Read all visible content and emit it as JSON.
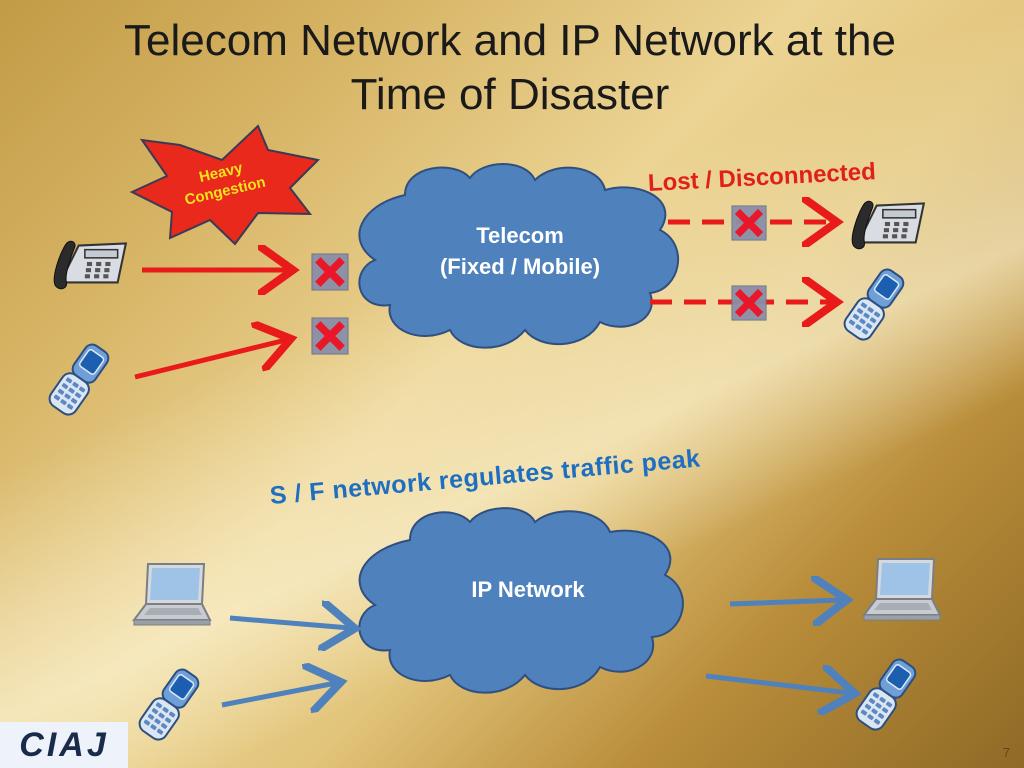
{
  "slide": {
    "title_line1": "Telecom Network and IP Network at the",
    "title_line2": "Time of Disaster",
    "number": "7"
  },
  "burst": {
    "line1": "Heavy",
    "line2": "Congestion"
  },
  "telecom_cloud": {
    "line1": "Telecom",
    "line2": "(Fixed / Mobile)"
  },
  "lost_label": "Lost / Disconnected",
  "regulate_label": "S / F network regulates traffic peak",
  "ip_cloud": {
    "label": "IP Network"
  },
  "logo": {
    "text": "CIAJ"
  },
  "colors": {
    "cloud_fill": "#4f81bd",
    "cloud_stroke": "#2f4f7f",
    "red": "#e81a1a",
    "blue_arrow": "#4f81bd",
    "burst_fill": "#e8291c",
    "burst_text": "#f7e21e"
  },
  "icons": [
    "desk-phone-icon",
    "mobile-phone-icon",
    "laptop-icon",
    "blocked-x-icon",
    "congestion-burst-icon"
  ]
}
